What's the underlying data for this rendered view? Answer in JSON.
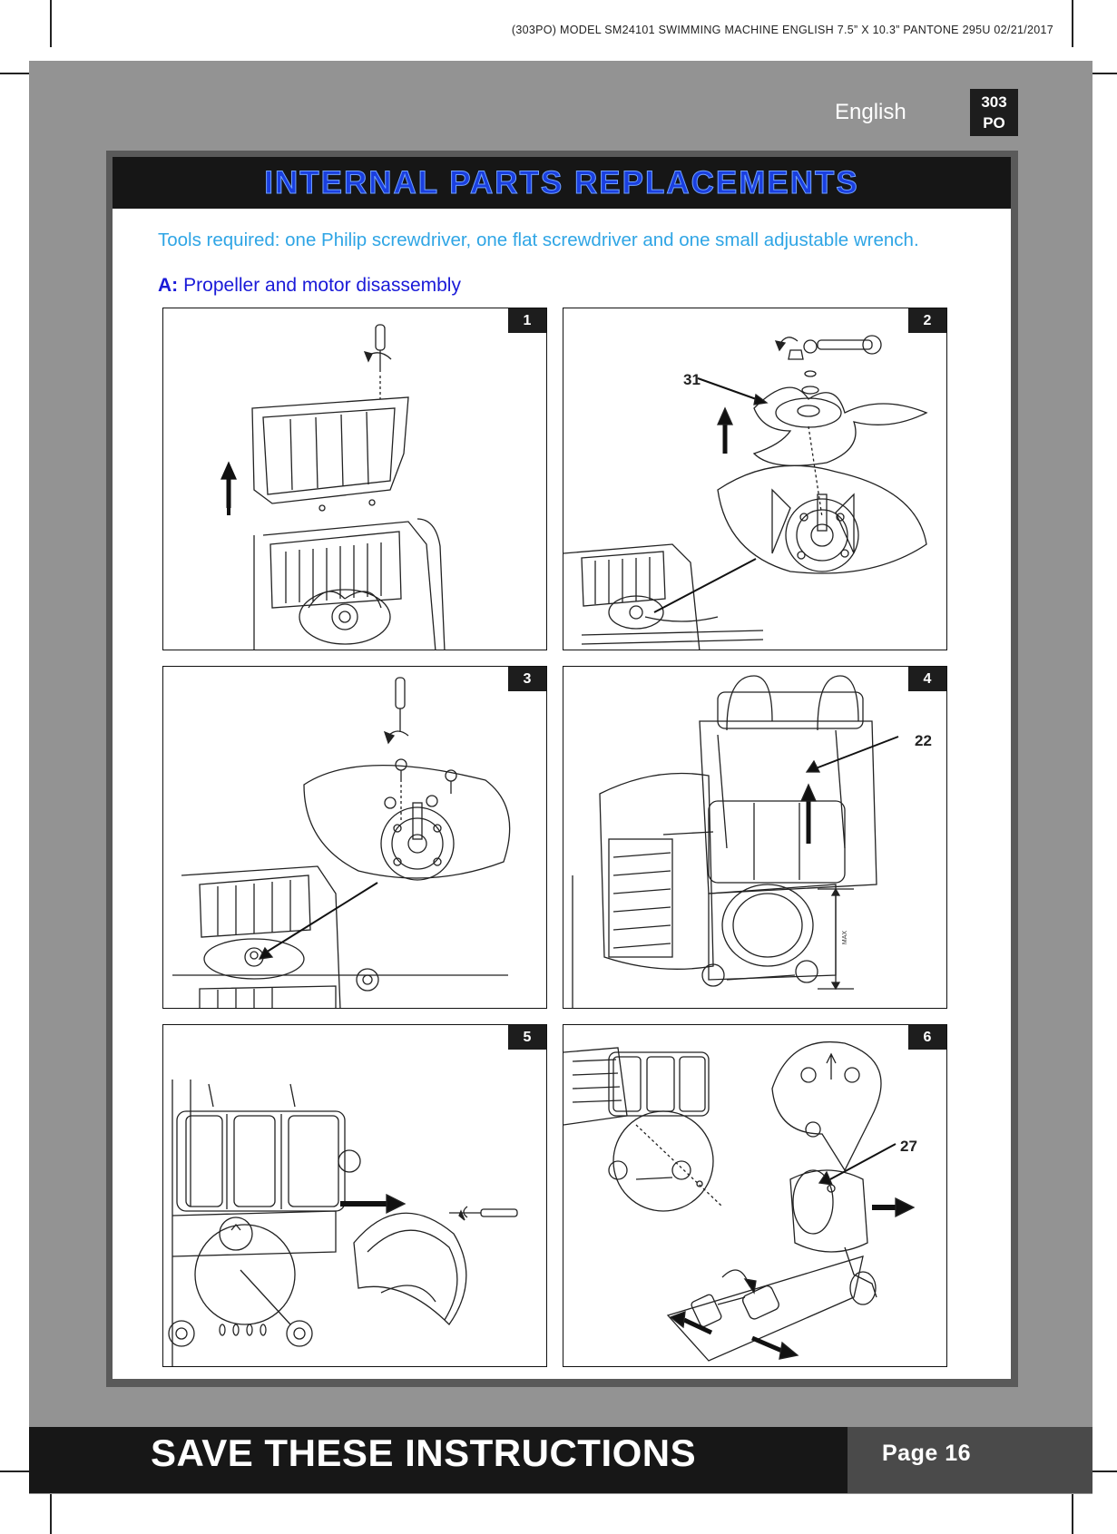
{
  "header": {
    "print_info": "(303PO)  MODEL SM24101 SWIMMING MACHINE  ENGLISH  7.5” X 10.3”  PANTONE 295U  02/21/2017",
    "language": "English",
    "code_line1": "303",
    "code_line2": "PO"
  },
  "section": {
    "title": "INTERNAL PARTS REPLACEMENTS",
    "tools_text": "Tools required: one Philip screwdriver, one flat screwdriver and one small adjustable wrench.",
    "subsection_letter": "A:",
    "subsection_title": "Propeller and motor disassembly"
  },
  "figures": [
    {
      "number": "1"
    },
    {
      "number": "2",
      "callout": "31"
    },
    {
      "number": "3"
    },
    {
      "number": "4",
      "callout": "22",
      "scale_label": "MAX"
    },
    {
      "number": "5"
    },
    {
      "number": "6",
      "callout": "27"
    }
  ],
  "footer": {
    "save_text": "SAVE THESE INSTRUCTIONS",
    "page_label": "Page 16"
  }
}
